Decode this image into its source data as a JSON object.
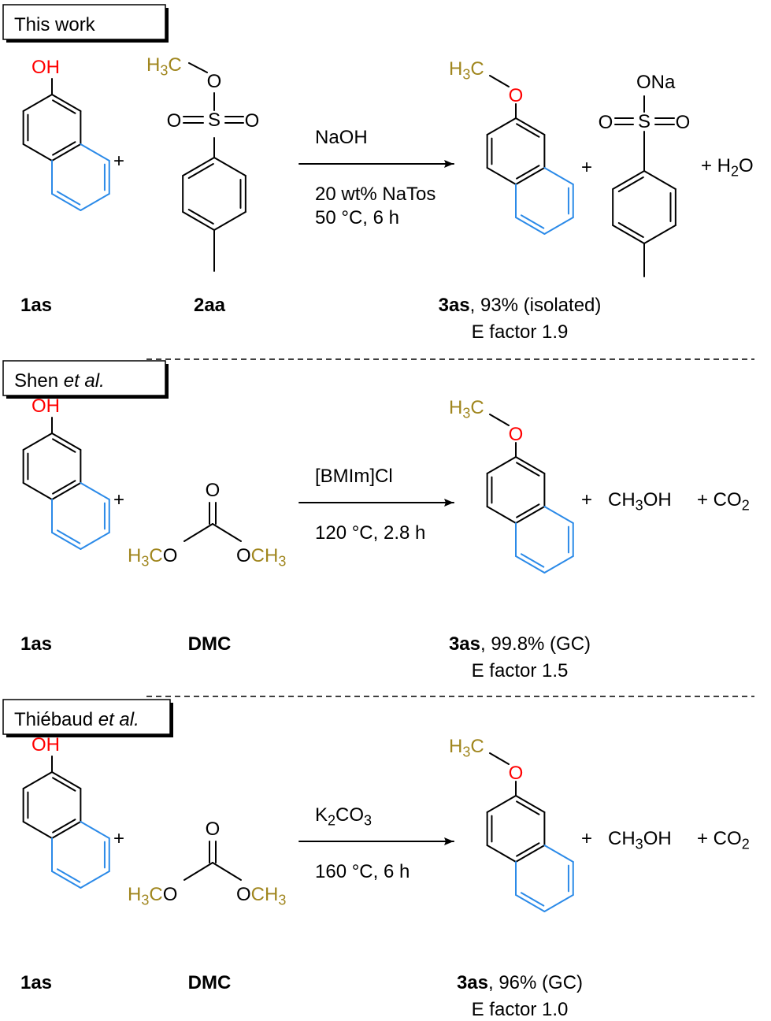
{
  "colors": {
    "black": "#000000",
    "oxygen_red": "#ff0000",
    "methyl_gold": "#a0861e",
    "ring_blue": "#2b8ae8"
  },
  "sections": [
    {
      "label_text": "This work",
      "label_italic": "",
      "oh_label": "OH",
      "plus_1": "+",
      "reagent": {
        "kind": "sulfonate",
        "h": "H",
        "sub3": "3",
        "c": "C",
        "o": "O",
        "s": "S"
      },
      "condition_top": [
        "NaOH"
      ],
      "condition_bottom": [
        "20 wt% NaTos",
        "50 °C, 6 h"
      ],
      "product_methyl": {
        "h": "H",
        "sub3": "3",
        "c": "C"
      },
      "product_o": "O",
      "plus_2": "+",
      "byproduct": {
        "ona": "ONa",
        "o": "O",
        "s": "S"
      },
      "tail": {
        "plus": "+ H",
        "sub": "2",
        "after": "O"
      },
      "compound_left": "1as",
      "compound_mid": "2aa",
      "product_bold": "3as",
      "product_yield": ", 93% (isolated)",
      "efactor": "E factor 1.9"
    },
    {
      "label_text": "Shen ",
      "label_italic": "et al.",
      "oh_label": "OH",
      "plus_1": "+",
      "reagent": {
        "kind": "dmc",
        "top_o": "O",
        "left_h": "H",
        "left_sub3": "3",
        "left_c": "C",
        "left_o": "O",
        "right_o": "O",
        "right_ch": "CH",
        "right_sub3": "3"
      },
      "condition_top": [
        "[BMIm]Cl"
      ],
      "condition_bottom": [
        "120 °C, 2.8 h"
      ],
      "product_methyl": {
        "h": "H",
        "sub3": "3",
        "c": "C"
      },
      "product_o": "O",
      "plus_2": "+",
      "byproduct_text": {
        "ch": "CH",
        "sub3": "3",
        "oh": "OH"
      },
      "tail": {
        "plus": "+ CO",
        "sub": "2",
        "after": ""
      },
      "compound_left": "1as",
      "compound_mid": "DMC",
      "product_bold": "3as",
      "product_yield": ", 99.8% (GC)",
      "efactor": "E factor 1.5"
    },
    {
      "label_text": "Thiébaud ",
      "label_italic": "et al.",
      "oh_label": "OH",
      "plus_1": "+",
      "reagent": {
        "kind": "dmc",
        "top_o": "O",
        "left_h": "H",
        "left_sub3": "3",
        "left_c": "C",
        "left_o": "O",
        "right_o": "O",
        "right_ch": "CH",
        "right_sub3": "3"
      },
      "condition_top_k": {
        "k": "K",
        "sub2": "2",
        "co": "CO",
        "sub3": "3"
      },
      "condition_bottom": [
        "160 °C, 6 h"
      ],
      "product_methyl": {
        "h": "H",
        "sub3": "3",
        "c": "C"
      },
      "product_o": "O",
      "plus_2": "+",
      "byproduct_text": {
        "ch": "CH",
        "sub3": "3",
        "oh": "OH"
      },
      "tail": {
        "plus": "+ CO",
        "sub": "2",
        "after": ""
      },
      "compound_left": "1as",
      "compound_mid": "DMC",
      "product_bold": "3as",
      "product_yield": ", 96% (GC)",
      "efactor": "E factor 1.0"
    }
  ]
}
